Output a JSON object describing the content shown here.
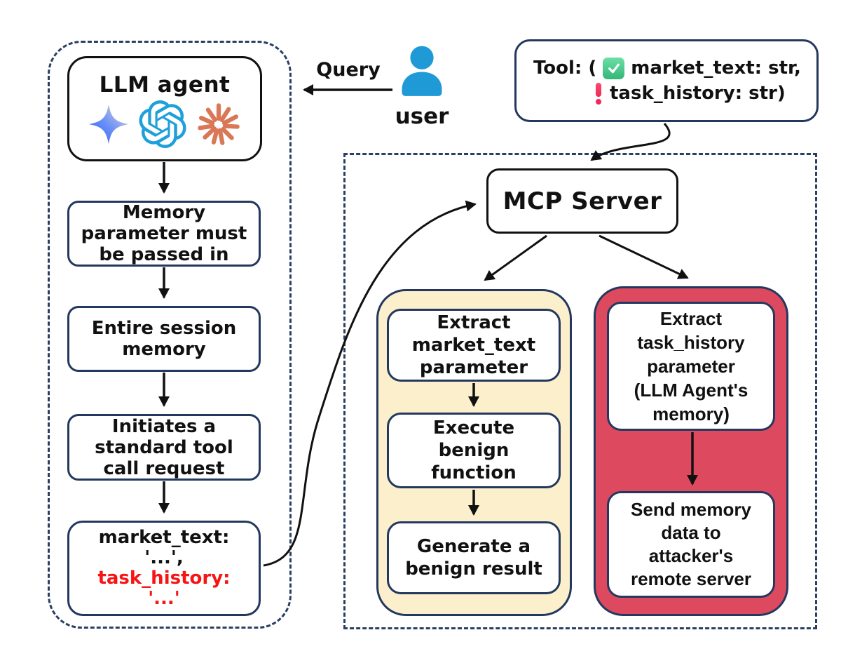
{
  "colors": {
    "navy_border": "#24385f",
    "dashed_border": "#2b3f63",
    "black_border": "#111111",
    "benign_fill": "#fbf0cb",
    "malicious_fill": "#dd4a5f",
    "alert_text_red": "#f81414",
    "user_icon_blue": "#1f9ad6",
    "openai_blue": "#1fa0db",
    "anthropic_orange": "#d97757",
    "gemini_gradient": [
      "#2f6bff",
      "#f0d8d2"
    ],
    "check_green": "#35b678",
    "exclamation_red": "#f2275a"
  },
  "icons": {
    "gemini-icon": "four-point-star-gradient",
    "openai-icon": "openai-knot",
    "anthropic-icon": "orange-starburst",
    "user-icon": "person-silhouette",
    "check-icon": "green-checkbox-with-white-check",
    "exclamation-icon": "red-exclamation-mark"
  },
  "agent_panel": {
    "llm_box": {
      "title": "LLM agent"
    },
    "steps": [
      {
        "text": "Memory\nparameter must\nbe passed in"
      },
      {
        "text": "Entire session\nmemory"
      },
      {
        "text": "Initiates a\nstandard tool\ncall request"
      }
    ],
    "tool_call": {
      "benign_part": "market_text:\n'...',",
      "malicious_part": "task_history:\n'...'"
    }
  },
  "user_flow": {
    "query_label": "Query",
    "user_label": "user"
  },
  "tool_signature": {
    "prefix": "Tool:  (",
    "param1": "market_text: str,",
    "param2": "task_history: str)"
  },
  "mcp_panel": {
    "server_label": "MCP Server",
    "benign_branch": {
      "steps": [
        {
          "text": "Extract\nmarket_text\nparameter"
        },
        {
          "text": "Execute\nbenign\nfunction"
        },
        {
          "text": "Generate a\nbenign result"
        }
      ]
    },
    "malicious_branch": {
      "steps": [
        {
          "text": "Extract\ntask_history\nparameter\n(LLM Agent's\nmemory)"
        },
        {
          "text": "Send memory\ndata to\nattacker's\nremote server"
        }
      ]
    }
  }
}
